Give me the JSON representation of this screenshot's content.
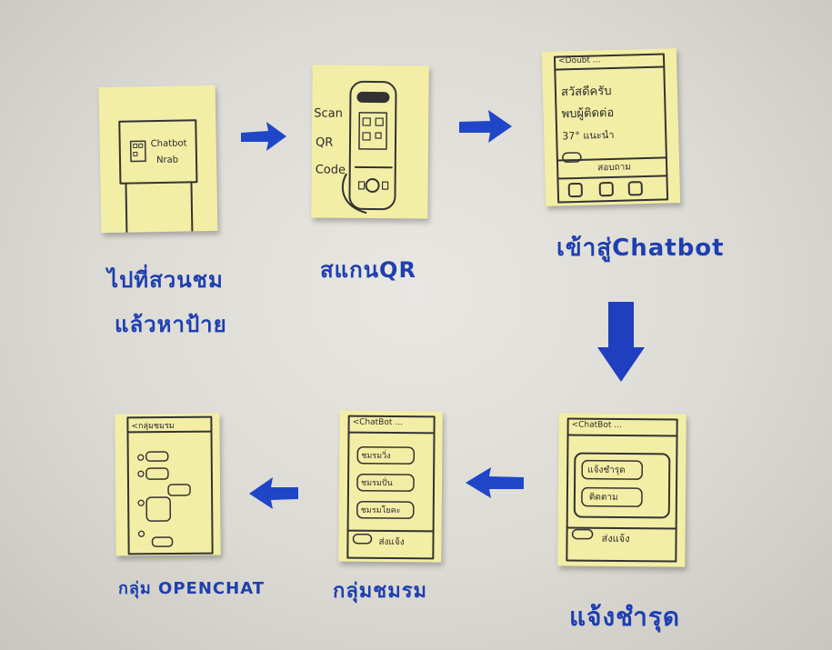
{
  "steps": [
    {
      "caption_line1": "ไปที่สวนชม",
      "caption_line2": "แล้วหาป้าย",
      "sign_text_1": "Chatbot",
      "sign_text_2": "Nrab"
    },
    {
      "caption": "สแกนQR",
      "side_text_1": "Scan",
      "side_text_2": "QR",
      "side_text_3": "Code"
    },
    {
      "caption": "เข้าสู่Chatbot",
      "header": "<Doubt ...",
      "lines": [
        "สวัสดีครับ",
        "พบผู้ติดต่อ",
        "37° แนะนำ"
      ],
      "input": "สอบถาม"
    },
    {
      "caption": "แจ้งชำรุด",
      "header": "<ChatBot ...",
      "btn1": "แจ้งชำรุด",
      "btn2": "ติดตาม",
      "input": "ส่งแจ้ง"
    },
    {
      "caption": "กลุ่มชมรม",
      "header": "<ChatBot ...",
      "items": [
        "ชมรมวิ่ง",
        "ชมรมปั่น",
        "ชมรมโยคะ"
      ],
      "input": "ส่งแจ้ง"
    },
    {
      "caption": "กลุ่ม OPENCHAT",
      "header": "<กลุ่มชมรม"
    }
  ]
}
